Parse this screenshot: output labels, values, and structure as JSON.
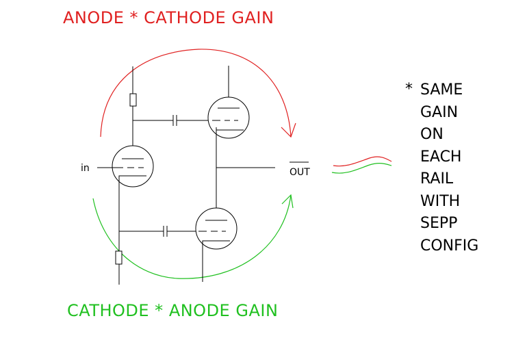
{
  "titles": {
    "top": "ANODE * CATHODE GAIN",
    "bottom": "CATHODE * ANODE GAIN"
  },
  "labels": {
    "input": "in",
    "output": "OUT"
  },
  "note": {
    "star": "*",
    "lines": [
      "SAME",
      "GAIN",
      "ON",
      "EACH",
      "RAIL",
      "WITH",
      "SEPP",
      "CONFIG"
    ]
  },
  "colors": {
    "top_arrow": "#e02020",
    "bottom_arrow": "#20c020",
    "wire": "#000000"
  }
}
